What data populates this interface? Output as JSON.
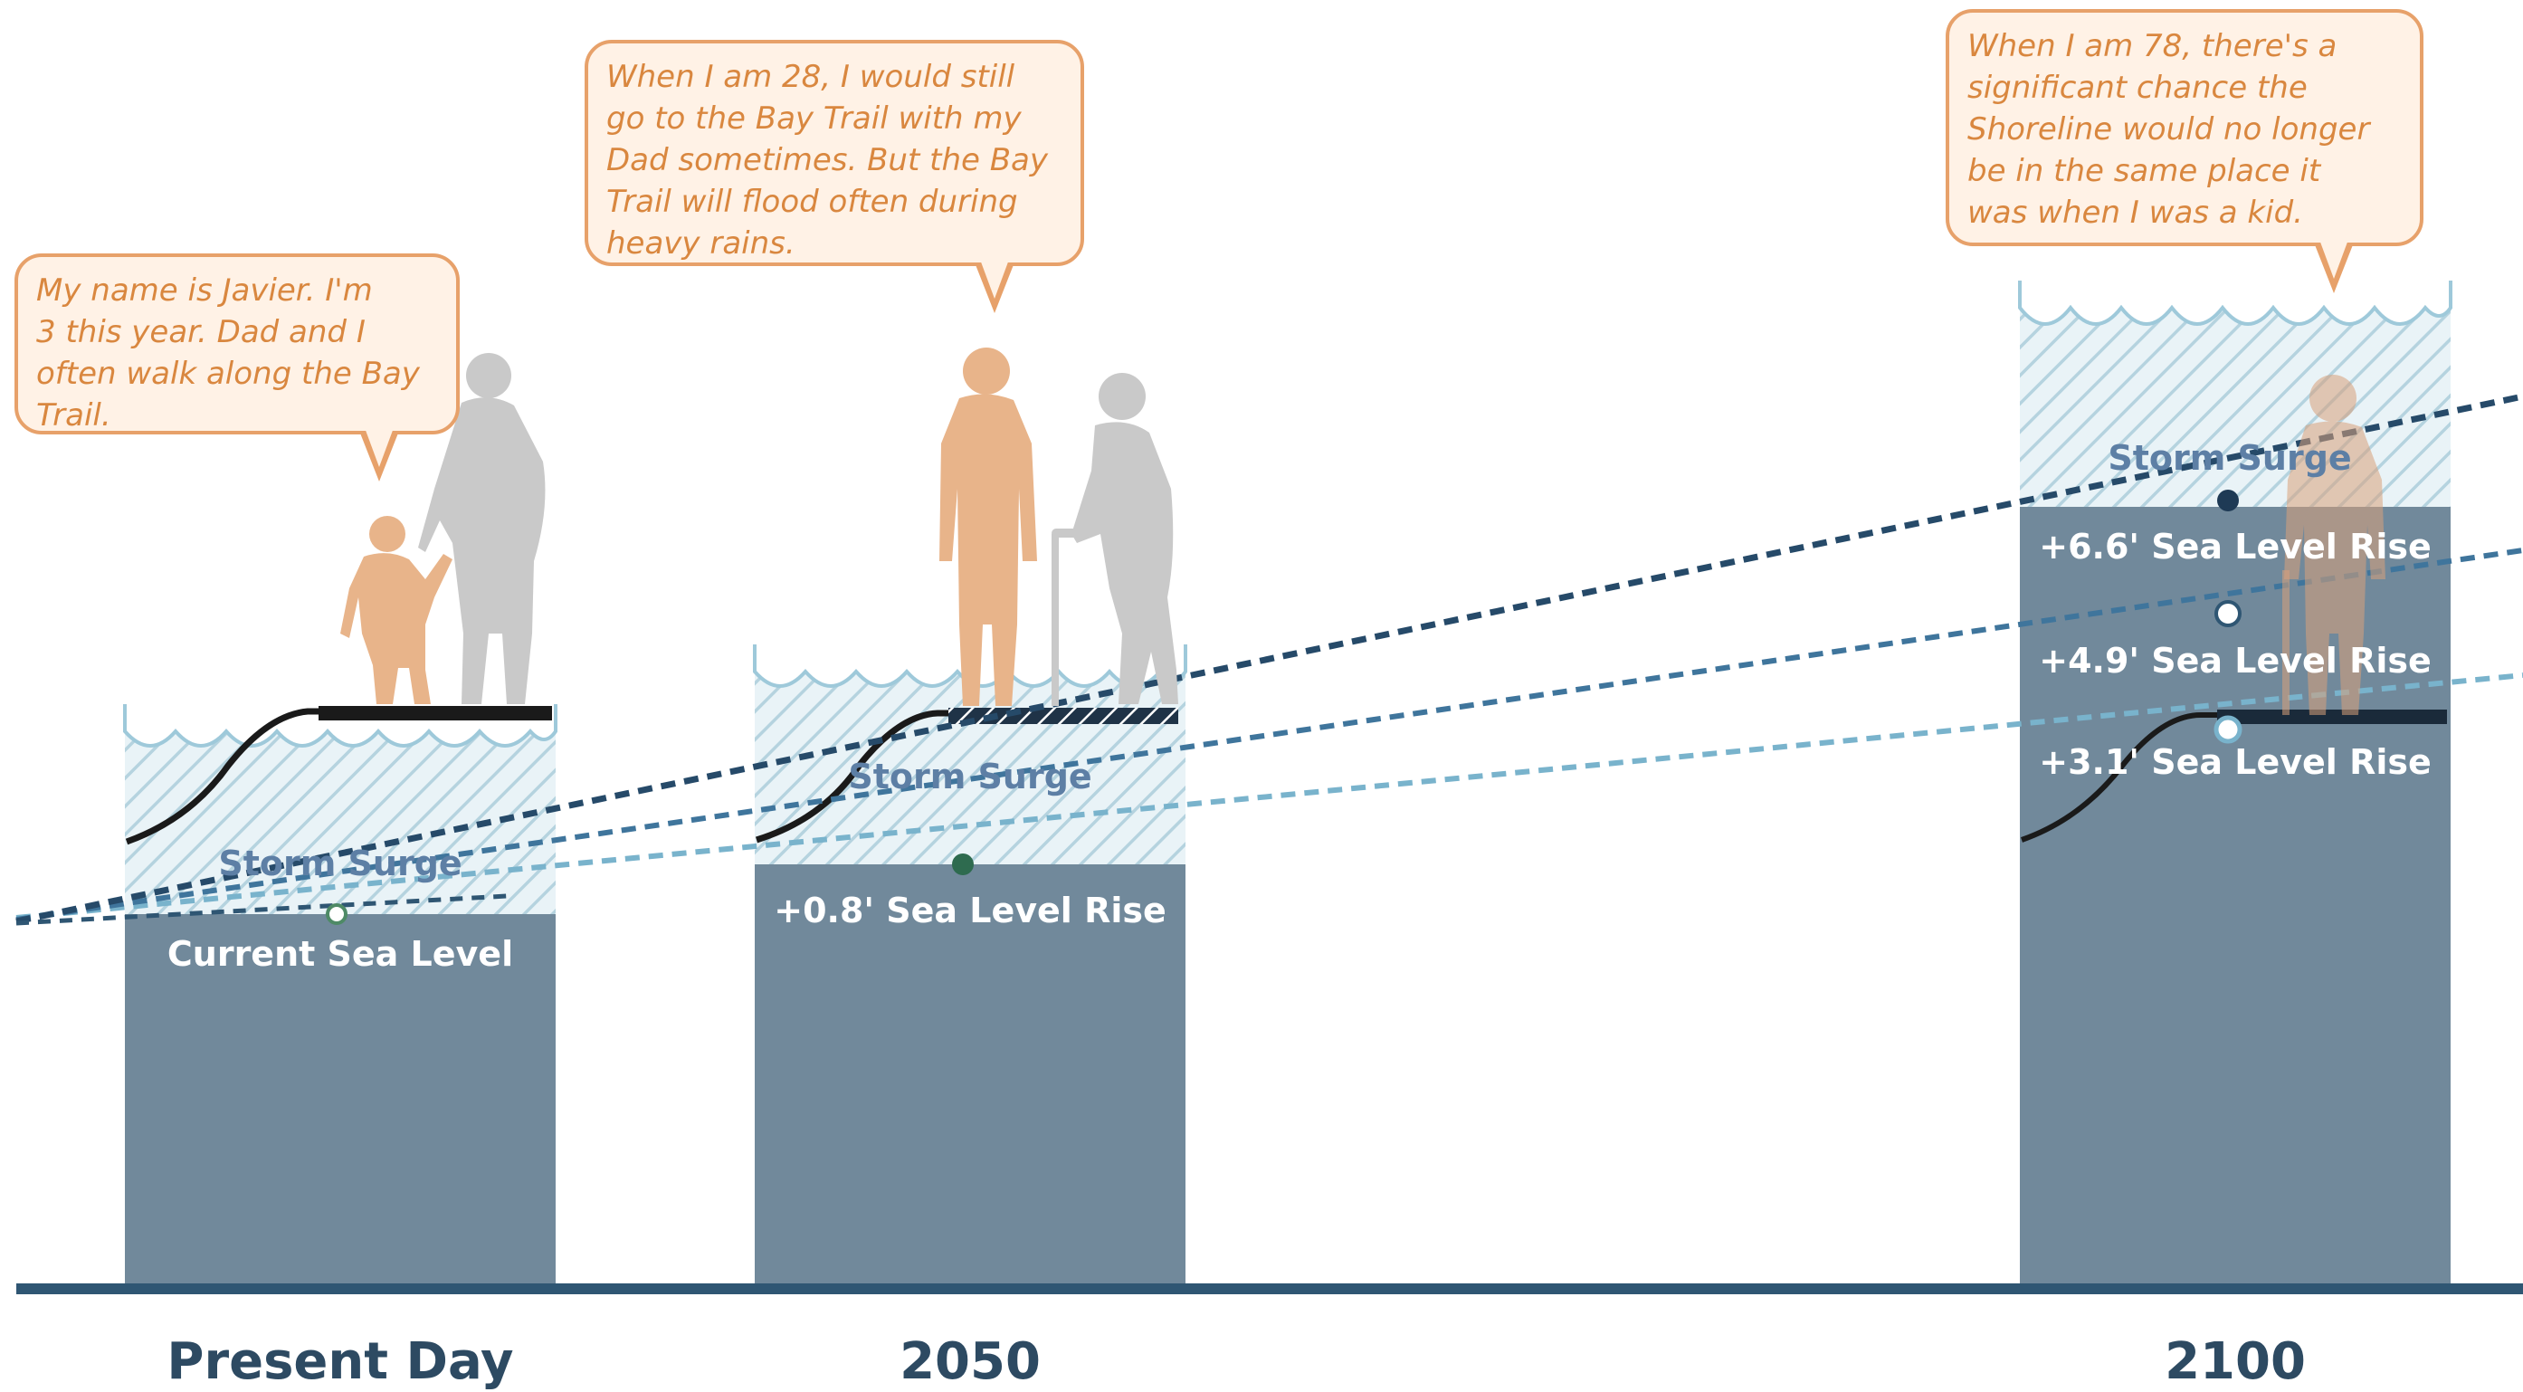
{
  "panels": [
    {
      "id": "present",
      "era_label": "Present Day",
      "surge_label": "Storm Surge",
      "levels": [
        "Current Sea Level"
      ],
      "speech": "My name is Javier. I'm\n3 this year. Dad and I\noften walk along the Bay\nTrail."
    },
    {
      "id": "2050",
      "era_label": "2050",
      "surge_label": "Storm Surge",
      "levels": [
        "+0.8' Sea Level Rise"
      ],
      "speech": "When I am 28, I would still\ngo to the Bay Trail with my\nDad sometimes. But the Bay\nTrail will flood often during\nheavy rains."
    },
    {
      "id": "2100",
      "era_label": "2100",
      "surge_label": "Storm Surge",
      "levels": [
        "+6.6' Sea Level Rise",
        "+4.9' Sea Level Rise",
        "+3.1' Sea Level Rise"
      ],
      "speech": "When I am 78, there's a\nsignificant chance the\nShoreline would no longer\nbe in the same place it\nwas when I was a kid."
    }
  ],
  "colors": {
    "water": "#71899b",
    "surge_fill": "#e9f3f7",
    "surge_hatch": "#b5d3df",
    "wave_line": "#9ec9da",
    "ground_line": "#2f5673",
    "trend_high": "#264a69",
    "trend_mid": "#3f759c",
    "trend_low": "#79b3cc",
    "child_figure": "#e8b48a",
    "adult_figure": "#c9c9c9",
    "bubble_border": "#e7a16a",
    "bubble_fill": "#fff2e6",
    "bubble_text": "#d9873f",
    "era_text": "#2d4a62",
    "surge_text": "#5d7fa5"
  },
  "icons": [
    "child-figure",
    "father-figure",
    "elderly-father-figure",
    "adult-figure",
    "cane-icon",
    "water-wave-icon",
    "shoreline-profile"
  ]
}
